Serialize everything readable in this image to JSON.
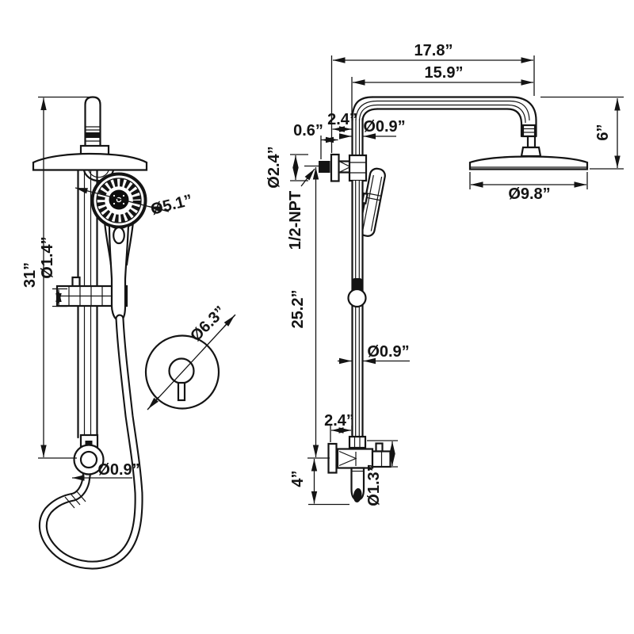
{
  "drawing_type": "technical dimension drawing - shower system, front and side views",
  "colors": {
    "line": "#141414",
    "background": "#ffffff"
  },
  "front_view": {
    "total_height": "31”",
    "hand_shower_diameter": "Ø5.1”",
    "slide_bracket_diameter": "Ø1.4”",
    "valve_trim_diameter": "Ø6.3”",
    "hose_diameter": "Ø0.9”"
  },
  "side_view": {
    "arm_reach": "17.8”",
    "arm_length": "15.9”",
    "top_wall_offset": "2.4”",
    "wall_plate_thickness": "0.6”",
    "top_pipe_diameter": "Ø0.9”",
    "wall_escutcheon_diameter": "Ø2.4”",
    "inlet_thread": "1/2-NPT",
    "head_drop": "6”",
    "head_diameter": "Ø9.8”",
    "slide_bar_length": "25.2”",
    "bar_pipe_diameter": "Ø0.9”",
    "bottom_wall_offset": "2.4”",
    "bottom_drop": "4”",
    "bottom_outlet_diameter": "Ø1.3”"
  }
}
